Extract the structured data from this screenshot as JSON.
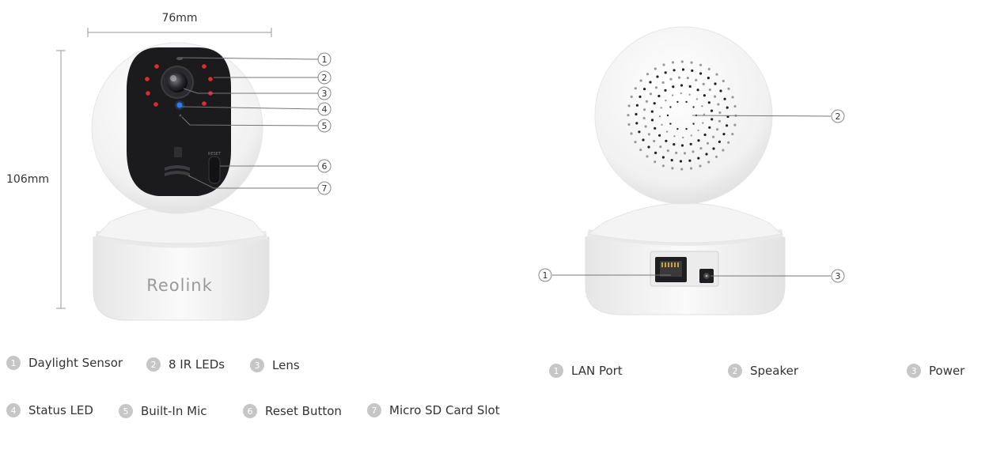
{
  "dimensions": {
    "width": "76mm",
    "height": "106mm"
  },
  "front_view": {
    "brand": "Reolink",
    "callouts": [
      "1",
      "2",
      "3",
      "4",
      "5",
      "6",
      "7"
    ],
    "legend": [
      {
        "num": "1",
        "label": "Daylight Sensor"
      },
      {
        "num": "2",
        "label": "8 IR LEDs"
      },
      {
        "num": "3",
        "label": "Lens"
      },
      {
        "num": "4",
        "label": "Status LED"
      },
      {
        "num": "5",
        "label": "Built-In Mic"
      },
      {
        "num": "6",
        "label": "Reset Button"
      },
      {
        "num": "7",
        "label": "Micro SD Card Slot"
      }
    ]
  },
  "back_view": {
    "callouts": [
      "2",
      "1",
      "3"
    ],
    "legend": [
      {
        "num": "1",
        "label": "LAN Port"
      },
      {
        "num": "2",
        "label": "Speaker"
      },
      {
        "num": "3",
        "label": "Power"
      }
    ]
  },
  "colors": {
    "ir_led": "#e22c2c",
    "status_led": "#2f7bea",
    "badge": "#c6c6c6",
    "lens_face": "#1b1b1d"
  }
}
